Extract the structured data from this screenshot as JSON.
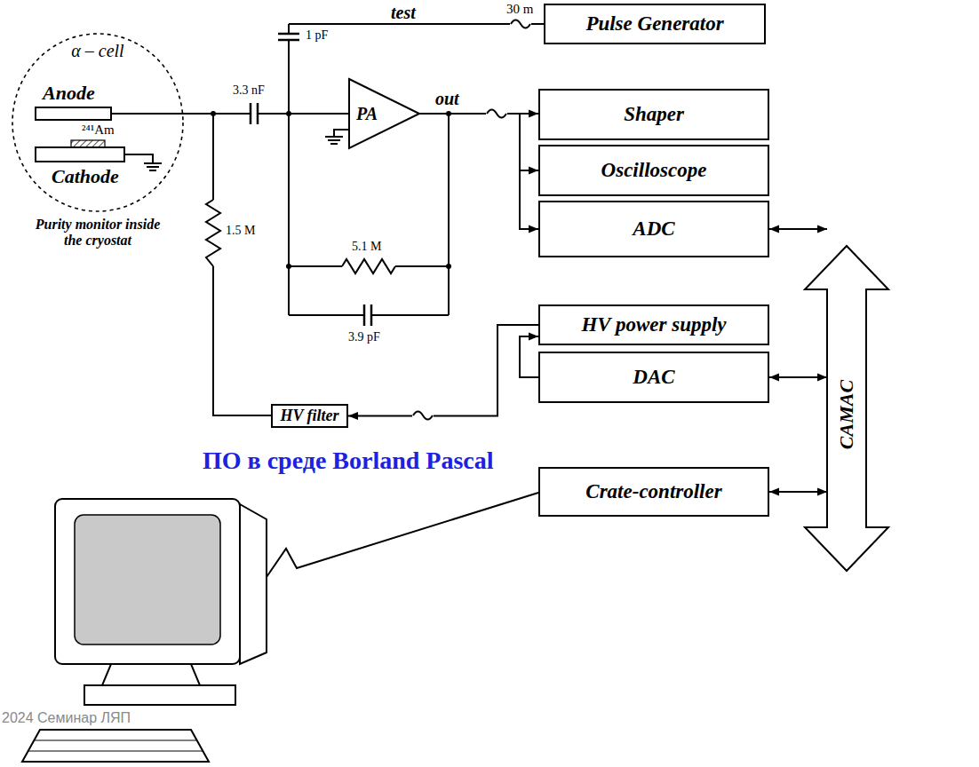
{
  "diagram": {
    "nodes": [
      {
        "text": [
          "α – cell",
          "Purity monitor inside the cryostat"
        ]
      },
      {
        "text": [
          "Pulse Generator"
        ]
      },
      {
        "text": [
          "PA"
        ]
      },
      {
        "text": [
          "Shaper"
        ]
      },
      {
        "text": [
          "Oscilloscope"
        ]
      },
      {
        "text": [
          "ADC"
        ]
      },
      {
        "text": [
          "CAMAC"
        ]
      },
      {
        "text": [
          "HV power supply"
        ]
      },
      {
        "text": [
          "DAC"
        ]
      },
      {
        "text": [
          "HV filter"
        ]
      },
      {
        "text": [
          "Crate-controller"
        ]
      }
    ],
    "edges": [
      {
        "from": 2,
        "to": 3,
        "arrow": "to"
      },
      {
        "from": 2,
        "to": 4,
        "arrow": "to"
      },
      {
        "from": 2,
        "to": 5,
        "arrow": "to"
      },
      {
        "from": 5,
        "to": 6,
        "arrow": "both"
      },
      {
        "from": 7,
        "to": 9,
        "arrow": "to"
      },
      {
        "from": 8,
        "to": 7,
        "arrow": "to"
      },
      {
        "from": 8,
        "to": 6,
        "arrow": "both"
      },
      {
        "from": 10,
        "to": 6,
        "arrow": "both"
      }
    ],
    "labels": [
      "test",
      "30 m",
      "1 pF",
      "3.3 nF",
      "out",
      "Anode",
      "²⁴¹Am",
      "Cathode",
      "1.5 M",
      "5.1 M",
      "3.9 pF",
      "ПО в среде Borland Pascal",
      "2024 Семинар ЛЯП"
    ]
  }
}
